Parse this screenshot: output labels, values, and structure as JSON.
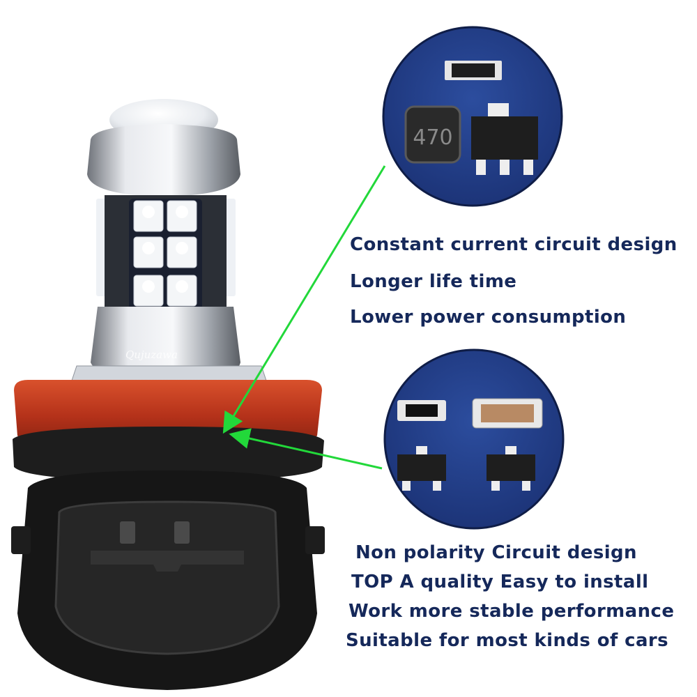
{
  "watermark": "Qujuzawa",
  "top_circle": {
    "component_label": "470"
  },
  "features_top": [
    "Constant current circuit design",
    "Longer life time",
    "Lower power consumption"
  ],
  "features_bottom": [
    "Non polarity Circuit design",
    "TOP A quality  Easy to install",
    "Work more stable performance",
    "Suitable for most kinds of cars"
  ],
  "colors": {
    "circle_bg": "#23408a",
    "arrow": "#22d83a",
    "text": "#15285a",
    "flange": "#b5321a",
    "connector": "#161616"
  },
  "icons": [
    "led-bulb",
    "chip-closeup-circle",
    "pointer-arrow"
  ]
}
